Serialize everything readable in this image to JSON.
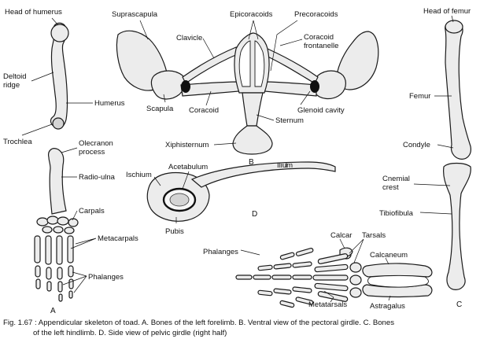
{
  "labels": {
    "head_of_humerus": "Head of humerus",
    "deltoid_ridge_1": "Deltoid",
    "deltoid_ridge_2": "ridge",
    "humerus": "Humerus",
    "trochlea": "Trochlea",
    "olecranon_1": "Olecranon",
    "olecranon_2": "process",
    "radio_ulna": "Radio-ulna",
    "carpals": "Carpals",
    "metacarpals": "Metacarpals",
    "phalanges_fore": "Phalanges",
    "panel_a": "A",
    "suprascapula": "Suprascapula",
    "epicoracoids": "Epicoracoids",
    "precoracoids": "Precoracoids",
    "clavicle": "Clavicle",
    "coracoid_frontanelle_1": "Coracoid",
    "coracoid_frontanelle_2": "frontanelle",
    "scapula": "Scapula",
    "coracoid": "Coracoid",
    "glenoid_cavity": "Glenoid cavity",
    "sternum": "Sternum",
    "xiphisternum": "Xiphisternum",
    "panel_b": "B",
    "ischium": "Ischium",
    "acetabulum": "Acetabulum",
    "ilium": "Ilium",
    "pubis": "Pubis",
    "panel_d": "D",
    "head_of_femur": "Head of femur",
    "femur": "Femur",
    "condyle": "Condyle",
    "cnemial_crest_1": "Cnemial",
    "cnemial_crest_2": "crest",
    "tibiofibula": "Tibiofibula",
    "panel_c": "C",
    "calcar": "Calcar",
    "tarsals": "Tarsals",
    "phalanges_hind": "Phalanges",
    "calcaneum": "Calcaneum",
    "metatarsals": "Metatarsals",
    "astragalus": "Astragalus"
  },
  "caption": {
    "line1": "Fig. 1.67 : Appendicular skeleton of toad. A. Bones of the left forelimb. B. Ventral view of the pectoral girdle. C. Bones",
    "line2": "of the left hindlimb. D. Side view of pelvic girdle (right half)"
  }
}
